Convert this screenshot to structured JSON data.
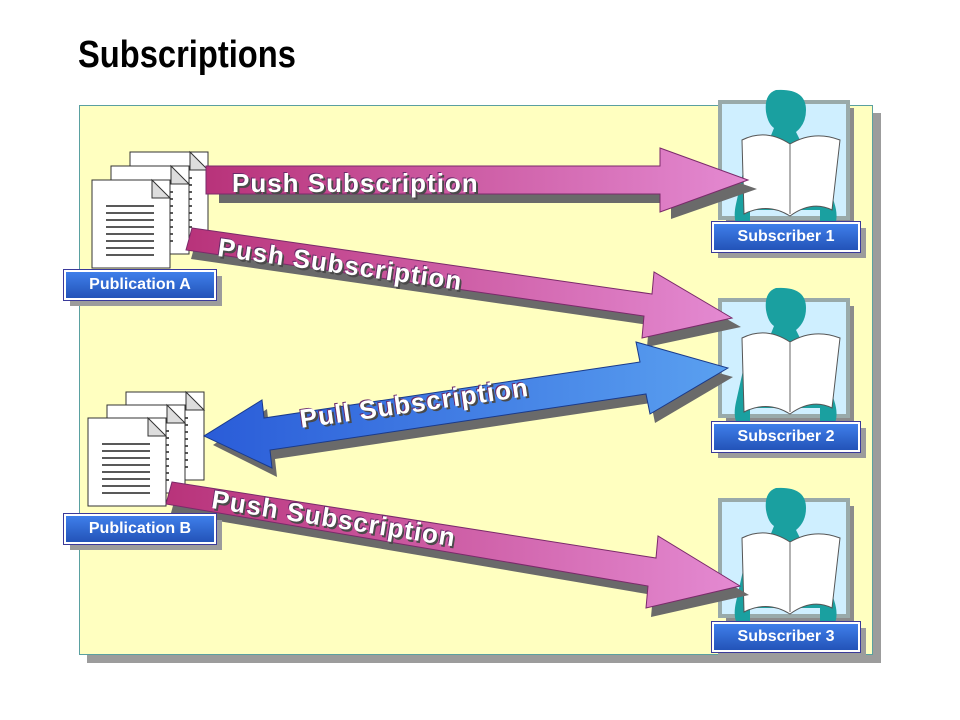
{
  "title": "Subscriptions",
  "publications": [
    {
      "label": "Publication A"
    },
    {
      "label": "Publication B"
    }
  ],
  "subscribers": [
    {
      "label": "Subscriber 1"
    },
    {
      "label": "Subscriber 2"
    },
    {
      "label": "Subscriber 3"
    }
  ],
  "arrows": [
    {
      "label": "Push Subscription",
      "from": "Publication A",
      "to": "Subscriber 1",
      "direction": "push"
    },
    {
      "label": "Push Subscription",
      "from": "Publication A",
      "to": "Subscriber 2",
      "direction": "push"
    },
    {
      "label": "Pull Subscription",
      "from": "Subscriber 2",
      "to": "Publication B",
      "direction": "pull"
    },
    {
      "label": "Push Subscription",
      "from": "Publication B",
      "to": "Subscriber 3",
      "direction": "push"
    }
  ],
  "colors": {
    "push_arrow": "#d96bb8",
    "pull_arrow": "#3b78e0",
    "panel": "#ffffc0",
    "label_box": "#2d62cc",
    "subscriber_figure": "#1aa0a0",
    "subscriber_bg": "#cfefff"
  },
  "icons": {
    "publication": "document-stack-icon",
    "subscriber": "reader-with-newspaper-icon"
  }
}
